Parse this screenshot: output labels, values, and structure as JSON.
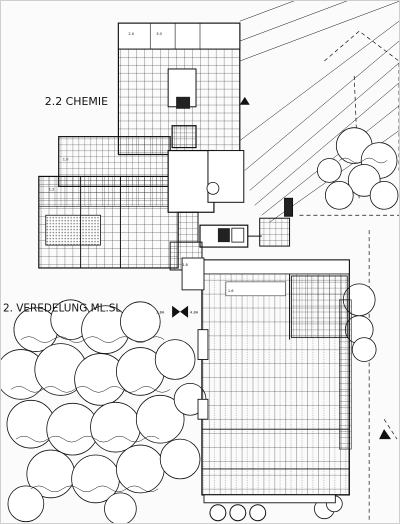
{
  "plan": {
    "labels": {
      "chemie": "2.2 CHEMIE",
      "veredelung": "2. VEREDELUNG ML.SL",
      "marker_a": "2.8A",
      "marker_b": "4.8A"
    },
    "room_codes": {
      "r1": "2.0",
      "r2": "3.0",
      "r3": "1.0",
      "r4": "1.2",
      "r5": "1.8",
      "r6": "1.6"
    },
    "colors": {
      "ink": "#111111",
      "shade": "#9a9a9a",
      "paper": "#fbfbfb"
    }
  }
}
